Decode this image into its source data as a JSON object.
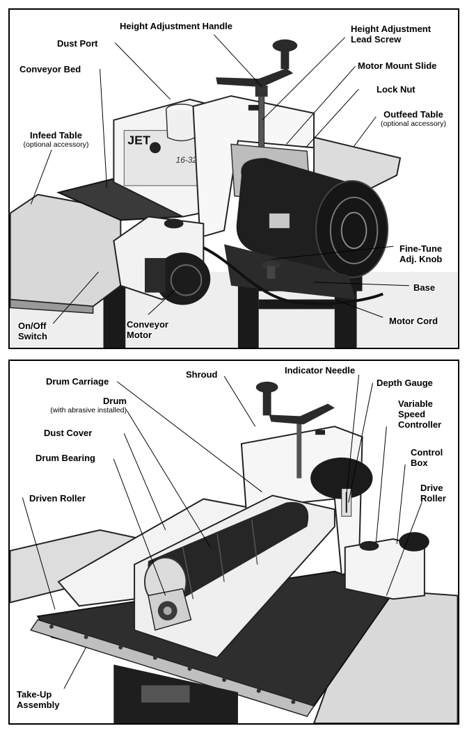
{
  "top_figure": {
    "labels": {
      "height_adjustment_handle": "Height Adjustment Handle",
      "height_adjustment_lead_screw": "Height Adjustment Lead Screw",
      "dust_port": "Dust Port",
      "motor_mount_slide": "Motor Mount Slide",
      "conveyor_bed": "Conveyor Bed",
      "lock_nut": "Lock Nut",
      "outfeed_table": "Outfeed Table",
      "outfeed_table_note": "(optional accessory)",
      "infeed_table": "Infeed Table",
      "infeed_table_note": "(optional accessory)",
      "fine_tune_adj_knob": "Fine-Tune Adj. Knob",
      "base": "Base",
      "on_off_switch": "On/Off Switch",
      "conveyor_motor": "Conveyor Motor",
      "motor_cord": "Motor Cord"
    },
    "brand_text": "JET",
    "model_text": "16-32"
  },
  "bottom_figure": {
    "labels": {
      "shroud": "Shroud",
      "indicator_needle": "Indicator Needle",
      "drum_carriage": "Drum Carriage",
      "depth_gauge": "Depth Gauge",
      "drum": "Drum",
      "drum_note": "(with abrasive installed)",
      "variable_speed_controller": "Variable Speed Controller",
      "dust_cover": "Dust Cover",
      "control_box": "Control Box",
      "drum_bearing": "Drum Bearing",
      "drive_roller": "Drive Roller",
      "driven_roller": "Driven Roller",
      "take_up_assembly": "Take-Up Assembly"
    }
  }
}
